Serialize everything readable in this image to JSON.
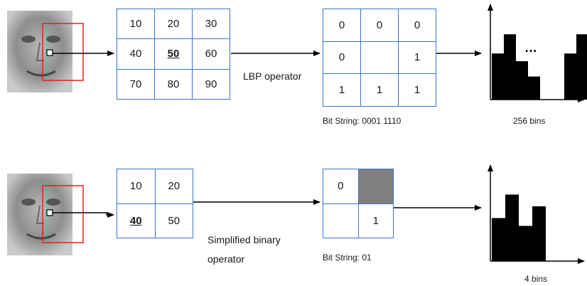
{
  "rows": [
    {
      "input_cells": [
        [
          "10",
          "20",
          "30"
        ],
        [
          "40",
          "50",
          "60"
        ],
        [
          "70",
          "80",
          "90"
        ]
      ],
      "center_cell": [
        1,
        1
      ],
      "operator_label": "LBP operator",
      "binary_cells": [
        [
          "0",
          "0",
          "0"
        ],
        [
          "0",
          "",
          "1"
        ],
        [
          "1",
          "1",
          "1"
        ]
      ],
      "shaded_cells": [],
      "bit_string": "Bit String: 0001 1110",
      "bins_label": "256 bins",
      "histogram_bars": [
        0.6,
        0.85,
        0.5,
        0.3,
        0.0,
        0.0,
        0.6,
        0.85
      ],
      "ellipsis": "…"
    },
    {
      "input_cells": [
        [
          "10",
          "20"
        ],
        [
          "40",
          "50"
        ]
      ],
      "center_cell": [
        1,
        0
      ],
      "operator_label_lines": [
        "Simplified binary",
        "operator"
      ],
      "binary_cells": [
        [
          "0",
          ""
        ],
        [
          "",
          "1"
        ]
      ],
      "shaded_cells": [
        [
          0,
          1
        ]
      ],
      "bit_string": "Bit String: 01",
      "bins_label": "4 bins",
      "histogram_bars": [
        0.55,
        0.85,
        0.45,
        0.7
      ]
    }
  ],
  "colors": {
    "grid_line": "#3a78c4",
    "roi": "#e02020",
    "shaded": "#7f7f7f",
    "bar": "#000000"
  }
}
